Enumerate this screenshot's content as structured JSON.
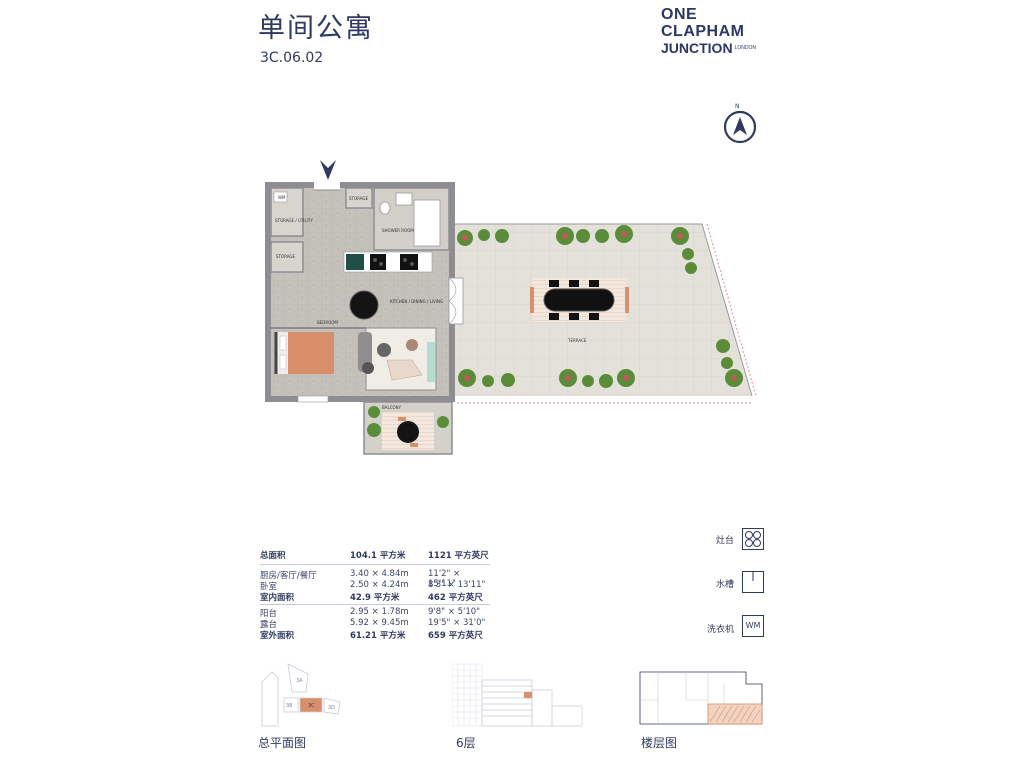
{
  "header": {
    "title": "单间公寓",
    "unit_code": "3C.06.02"
  },
  "logo": {
    "line1": "ONE",
    "line2": "CLAPHAM",
    "line3": "JUNCTION",
    "sub": "LONDON"
  },
  "plan": {
    "labels": {
      "wm": "WM",
      "storage_utility": "STORAGE / UTILITY",
      "storage": "STORAGE",
      "storage_top": "STORAGE",
      "shower_room": "SHOWER ROOM",
      "kitchen": "KITCHEN / DINING / LIVING",
      "bedroom": "BEDROOM",
      "balcony": "BALCONY",
      "terrace": "TERRACE"
    }
  },
  "areas": {
    "total": {
      "label": "总面积",
      "sqm": "104.1 平方米",
      "sqft": "1121 平方英尺"
    },
    "rooms": [
      {
        "label": "厨房/客厅/餐厅",
        "metric": "3.40 × 4.84m",
        "imperial": "11'2\" × 15'11\""
      },
      {
        "label": "卧室",
        "metric": "2.50 × 4.24m",
        "imperial": "8'3\" × 13'11\""
      }
    ],
    "internal": {
      "label": "室内面积",
      "sqm": "42.9 平方米",
      "sqft": "462 平方英尺"
    },
    "outdoor": [
      {
        "label": "阳台",
        "metric": "2.95 × 1.78m",
        "imperial": "9'8\" × 5'10\""
      },
      {
        "label": "露台",
        "metric": "5.92 × 9.45m",
        "imperial": "19'5\" × 31'0\""
      }
    ],
    "external": {
      "label": "室外面积",
      "sqm": "61.21 平方米",
      "sqft": "659 平方英尺"
    }
  },
  "legend": [
    {
      "label": "灶台",
      "icon": "hob-icon"
    },
    {
      "label": "水槽",
      "icon": "sink-icon"
    },
    {
      "label": "洗衣机",
      "icon": "washing-machine-icon",
      "text": "WM"
    }
  ],
  "keyplans": {
    "site": {
      "caption": "总平面图",
      "blocks": [
        "3A",
        "3B",
        "3C",
        "3D"
      ]
    },
    "floor_number": {
      "caption": "6层"
    },
    "floor_plan": {
      "caption": "楼层图"
    }
  },
  "colors": {
    "navy": "#2f3a60",
    "wall": "#8e8e92",
    "floor_tile": "#c9c6c0",
    "terrace_tile": "#e3e0da",
    "highlight": "#d9906a",
    "plant": "#5b8c3a"
  }
}
